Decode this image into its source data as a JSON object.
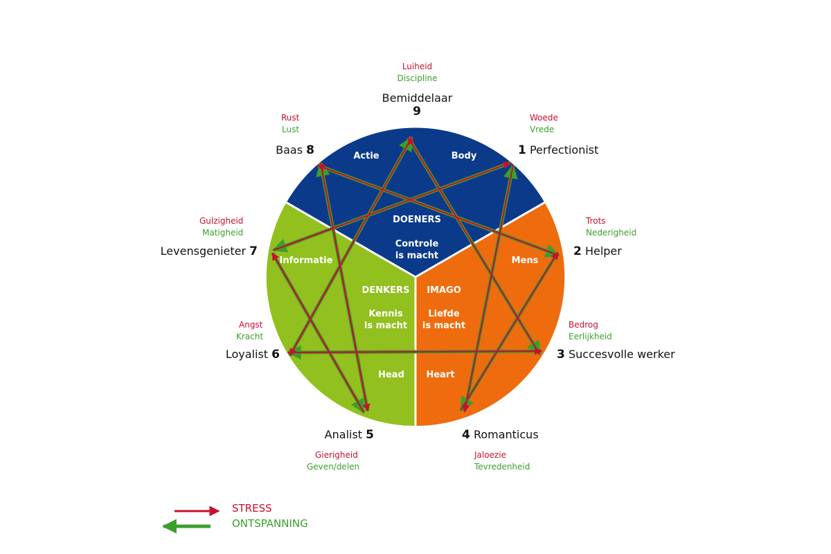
{
  "types": [
    {
      "num": "9",
      "name": "Bemiddelaar",
      "stress": "Luiheid",
      "relax": "Discipline"
    },
    {
      "num": "1",
      "name": "Perfectionist",
      "stress": "Woede",
      "relax": "Vrede"
    },
    {
      "num": "2",
      "name": "Helper",
      "stress": "Trots",
      "relax": "Nederigheid"
    },
    {
      "num": "3",
      "name": "Succesvolle werker",
      "stress": "Bedrog",
      "relax": "Eerlijkheid"
    },
    {
      "num": "4",
      "name": "Romanticus",
      "stress": "Jaloezie",
      "relax": "Tevredenheid"
    },
    {
      "num": "5",
      "name": "Analist",
      "stress": "Gierigheid",
      "relax": "Geven/delen"
    },
    {
      "num": "6",
      "name": "Loyalist",
      "stress": "Angst",
      "relax": "Kracht"
    },
    {
      "num": "7",
      "name": "Levensgenieter",
      "stress": "Gulzigheid",
      "relax": "Matigheid"
    },
    {
      "num": "8",
      "name": "Baas",
      "stress": "Rust",
      "relax": "Lust"
    }
  ],
  "centers": {
    "doeners": {
      "title": "DOENERS",
      "line1": "Controle",
      "line2": "is macht",
      "color": "#0b3a8a"
    },
    "denkers": {
      "title": "DENKERS",
      "line1": "Kennis",
      "line2": "is macht",
      "color": "#92c01f"
    },
    "imago": {
      "title": "IMAGO",
      "line1": "Liefde",
      "line2": "is macht",
      "color": "#ef6c0e"
    }
  },
  "sector_labels": {
    "actie": "Actie",
    "body": "Body",
    "mens": "Mens",
    "heart": "Heart",
    "head": "Head",
    "informatie": "Informatie"
  },
  "legend": {
    "stress": "STRESS",
    "relax": "ONTSPANNING"
  },
  "colors": {
    "stress": "#c8102e",
    "relax": "#3aa02a"
  },
  "stress_arrows": [
    [
      "9",
      "6"
    ],
    [
      "6",
      "3"
    ],
    [
      "3",
      "9"
    ],
    [
      "1",
      "4"
    ],
    [
      "4",
      "2"
    ],
    [
      "2",
      "8"
    ],
    [
      "8",
      "5"
    ],
    [
      "5",
      "7"
    ],
    [
      "7",
      "1"
    ]
  ],
  "relax_arrows": [
    [
      "9",
      "3"
    ],
    [
      "3",
      "6"
    ],
    [
      "6",
      "9"
    ],
    [
      "1",
      "7"
    ],
    [
      "7",
      "5"
    ],
    [
      "5",
      "8"
    ],
    [
      "8",
      "2"
    ],
    [
      "2",
      "4"
    ],
    [
      "4",
      "1"
    ]
  ]
}
